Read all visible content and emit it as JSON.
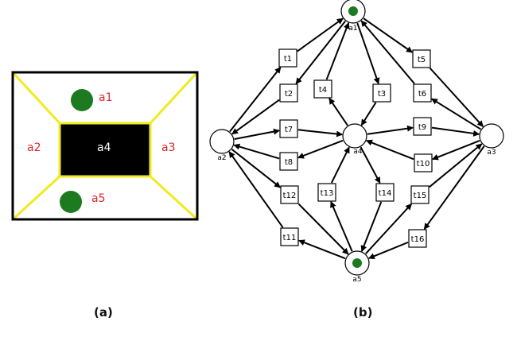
{
  "colors": {
    "wall": "#f2ea1e",
    "token": "#1e7a1e",
    "room_label": "#e0262b",
    "center_fill": "#000000"
  },
  "panel_a": {
    "caption": "(a)",
    "labels": {
      "a1": "a1",
      "a2": "a2",
      "a3": "a3",
      "a4": "a4",
      "a5": "a5"
    }
  },
  "panel_b": {
    "caption": "(b)",
    "places": [
      {
        "id": "a1",
        "label": "a1",
        "token": true
      },
      {
        "id": "a2",
        "label": "a2",
        "token": false
      },
      {
        "id": "a3",
        "label": "a3",
        "token": false
      },
      {
        "id": "a4",
        "label": "a4",
        "token": false
      },
      {
        "id": "a5",
        "label": "a5",
        "token": true
      }
    ],
    "transitions": [
      {
        "id": "t1",
        "label": "t1",
        "from": "a2",
        "to": "a1"
      },
      {
        "id": "t2",
        "label": "t2",
        "from": "a1",
        "to": "a2"
      },
      {
        "id": "t3",
        "label": "t3",
        "from": "a1",
        "to": "a4"
      },
      {
        "id": "t4",
        "label": "t4",
        "from": "a4",
        "to": "a1"
      },
      {
        "id": "t5",
        "label": "t5",
        "from": "a1",
        "to": "a3"
      },
      {
        "id": "t6",
        "label": "t6",
        "from": "a3",
        "to": "a1"
      },
      {
        "id": "t7",
        "label": "t7",
        "from": "a2",
        "to": "a4"
      },
      {
        "id": "t8",
        "label": "t8",
        "from": "a4",
        "to": "a2"
      },
      {
        "id": "t9",
        "label": "t9",
        "from": "a4",
        "to": "a3"
      },
      {
        "id": "t10",
        "label": "t10",
        "from": "a3",
        "to": "a4"
      },
      {
        "id": "t11",
        "label": "t11",
        "from": "a5",
        "to": "a2"
      },
      {
        "id": "t12",
        "label": "t12",
        "from": "a2",
        "to": "a5"
      },
      {
        "id": "t13",
        "label": "t13",
        "from": "a5",
        "to": "a4"
      },
      {
        "id": "t14",
        "label": "t14",
        "from": "a4",
        "to": "a5"
      },
      {
        "id": "t15",
        "label": "t15",
        "from": "a5",
        "to": "a3"
      },
      {
        "id": "t16",
        "label": "t16",
        "from": "a3",
        "to": "a5"
      }
    ]
  }
}
